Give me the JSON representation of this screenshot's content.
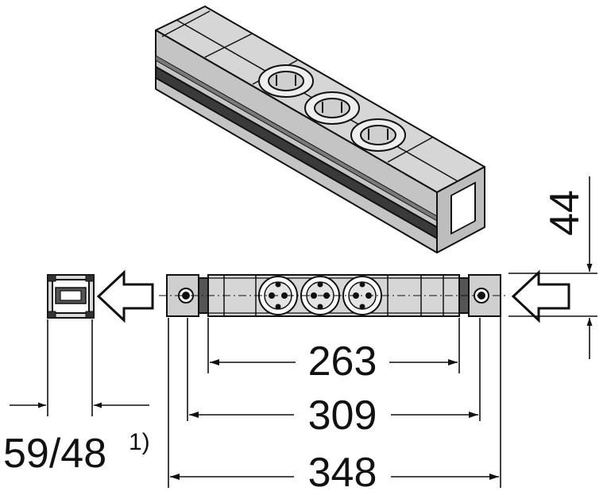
{
  "dimensions": {
    "height": "44",
    "depth_left": "59/48",
    "depth_note": "1)",
    "socket_span": "263",
    "inner_width": "309",
    "overall_width": "348"
  },
  "colors": {
    "line": "#111111",
    "body_fill": "#d9d9d9",
    "face_fill": "#c9c9c9",
    "dark_fill": "#555555",
    "background": "#ffffff"
  },
  "icons": [
    "arrow-right-icon",
    "arrow-left-icon",
    "socket-icon",
    "connector-icon"
  ]
}
